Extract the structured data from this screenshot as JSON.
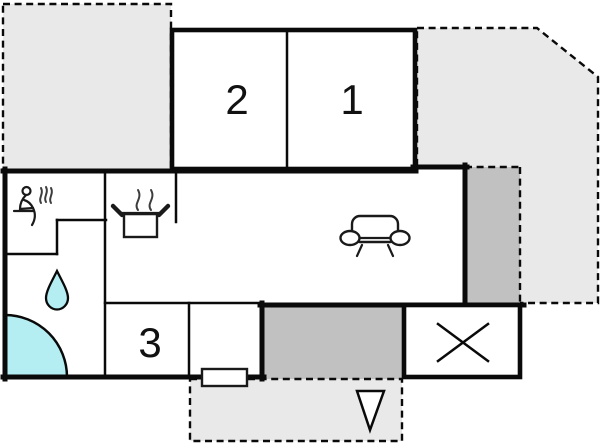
{
  "plan": {
    "title": "holiday-home-floor-plan",
    "rooms": [
      {
        "id": "bedroom-1",
        "label": "1"
      },
      {
        "id": "bedroom-2",
        "label": "2"
      },
      {
        "id": "room-3",
        "label": "3"
      }
    ],
    "icons": [
      "sauna-icon",
      "stove-pot-icon",
      "sofa-icon",
      "water-drop-icon",
      "shower-corner-icon",
      "cross-marker-icon",
      "entrance-triangle-icon",
      "window-marker"
    ],
    "colors": {
      "terrace_light": "#e9e9e9",
      "terrace_dark": "#c1c1c1",
      "water_cyan": "#b5eef2",
      "wall": "#0a0a0a",
      "background": "#ffffff"
    }
  }
}
